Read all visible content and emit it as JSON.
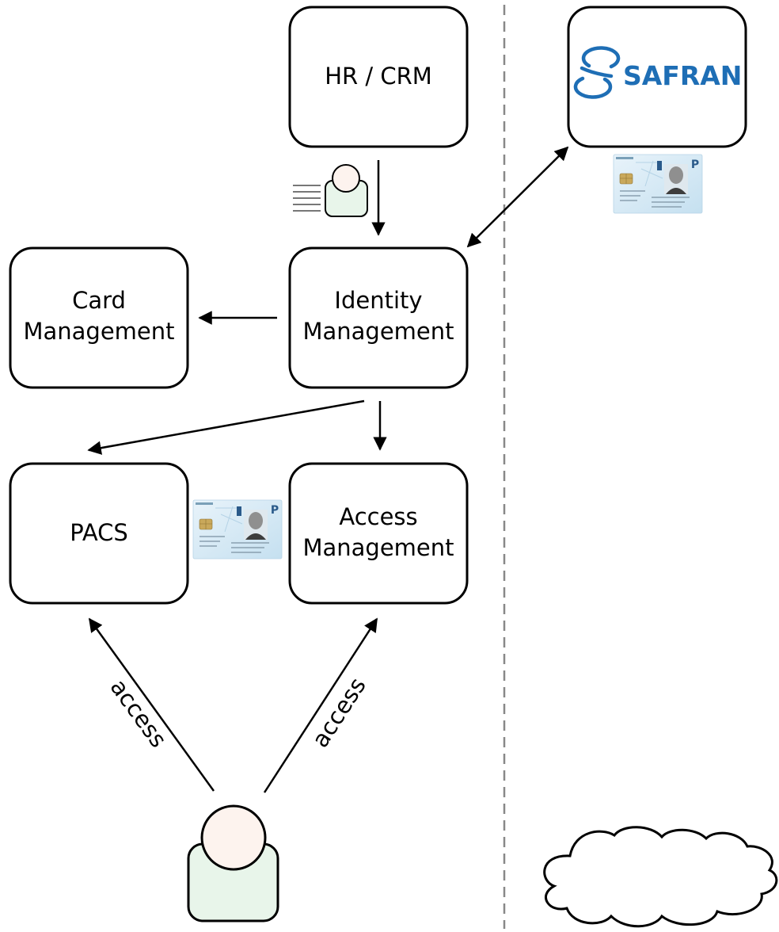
{
  "nodes": {
    "hr_crm": {
      "label": "HR / CRM"
    },
    "card_management": {
      "line1": "Card",
      "line2": "Management"
    },
    "identity_management": {
      "line1": "Identity",
      "line2": "Management"
    },
    "pacs": {
      "label": "PACS"
    },
    "access_management": {
      "line1": "Access",
      "line2": "Management"
    },
    "safran": {
      "logo_text": "SAFRAN"
    }
  },
  "edges": {
    "user_to_pacs": {
      "label": "access"
    },
    "user_to_access_management": {
      "label": "access"
    }
  },
  "colors": {
    "outline": "#000000",
    "person_body": "#e8f5ea",
    "person_head": "#fdf3ee",
    "card_bg": "#d9ecf7",
    "card_photo": "#a8a8a8",
    "card_chip": "#c9a85b",
    "safran_blue": "#1e6eb5",
    "divider": "#888888",
    "icon_lines": "#777777"
  },
  "icons": [
    "person-with-document-icon",
    "id-card-icon",
    "safran-logo",
    "user-icon",
    "cloud-icon"
  ]
}
